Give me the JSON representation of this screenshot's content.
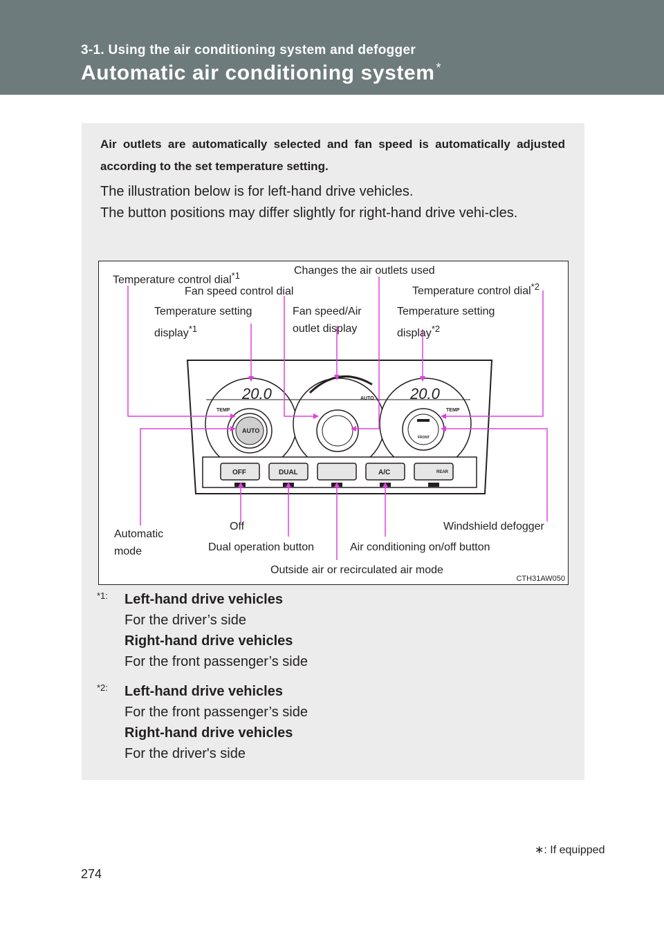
{
  "header": {
    "section": "3-1. Using the air conditioning system and defogger",
    "title": "Automatic air conditioning system",
    "title_mark": "*"
  },
  "intro": {
    "bold_text": "Air outlets are automatically selected and fan speed is automatically adjusted according to the set temperature setting.",
    "line1": "The illustration below is for left-hand drive vehicles.",
    "line2": "The button positions may differ slightly for right-hand drive vehi-cles."
  },
  "figure": {
    "labels": {
      "temp_dial_1": "Temperature control dial",
      "temp_dial_1_mark": "*1",
      "changes_outlets": "Changes the air outlets used",
      "fan_speed_dial": "Fan speed control dial",
      "temp_dial_2": "Temperature control dial",
      "temp_dial_2_mark": "*2",
      "temp_display_1_a": "Temperature setting",
      "temp_display_1_b": "display",
      "temp_display_1_mark": "*1",
      "fan_display_a": "Fan speed/Air",
      "fan_display_b": "outlet display",
      "temp_display_2_a": "Temperature setting",
      "temp_display_2_b": "display",
      "temp_display_2_mark": "*2",
      "automatic_a": "Automatic",
      "automatic_b": "mode",
      "off": "Off",
      "windshield": "Windshield defogger",
      "dual": "Dual operation button",
      "ac": "Air conditioning on/off button",
      "outside_air": "Outside air or recirculated air mode"
    },
    "panel_text": {
      "left_temp": "20.0",
      "right_temp": "20.0",
      "temp": "TEMP",
      "auto_knob": "AUTO",
      "auto_display": "AUTO",
      "front": "FRONT",
      "btn_off": "OFF",
      "btn_dual": "DUAL",
      "btn_ac": "A/C",
      "btn_rear": "REAR"
    },
    "code": "CTH31AW050",
    "accent_color": "#e040e0"
  },
  "notes": [
    {
      "mark": "*1",
      "lhd": "Left-hand drive vehicles",
      "lhd_desc": "For the driver’s side",
      "rhd": "Right-hand drive vehicles",
      "rhd_desc": "For the front passenger’s side"
    },
    {
      "mark": "*2",
      "lhd": "Left-hand drive vehicles",
      "lhd_desc": "For the front passenger’s side",
      "rhd": "Right-hand drive vehicles",
      "rhd_desc": "For the driver's side"
    }
  ],
  "footer": {
    "equipped_mark": "∗",
    "equipped_text": ": If equipped",
    "page_number": "274"
  }
}
